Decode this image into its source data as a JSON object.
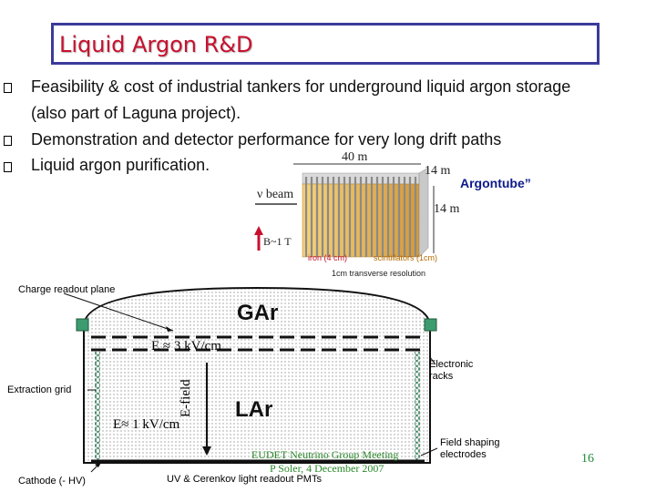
{
  "title": "Liquid Argon R&D",
  "bullets": [
    {
      "line1": "Feasibility & cost of industrial tankers for underground liquid argon storage",
      "line2": "(also part of Laguna project)."
    },
    {
      "line1": "Demonstration and detector performance for very long drift paths"
    },
    {
      "line1": "Liquid argon purification."
    }
  ],
  "argontube": {
    "caption": "Argontube”",
    "length_label": "40 m",
    "width_label": "14 m",
    "height_label": "14 m",
    "beam_label": "ν beam",
    "field_label": "B~1 T",
    "iron_label": "iron (4 cm)",
    "scint_label": "scintillators (1cm)",
    "resolution_label": "1cm transverse resolution"
  },
  "diagram": {
    "charge_readout": "Charge readout plane",
    "gas": "GAr",
    "liquid": "LAr",
    "field_upper": "E ≈ 3 kV/cm",
    "field_lower": "E≈ 1 kV/cm",
    "efield": "E-field",
    "extraction_grid": "Extraction grid",
    "electronic_racks_1": "Electronic",
    "electronic_racks_2": "racks",
    "field_shaping_1": "Field shaping",
    "field_shaping_2": "electrodes",
    "cathode": "Cathode (- HV)",
    "pmts": "UV & Cerenkov light readout  PMTs",
    "meeting_line1": "EUDET Neutrino Group Meeting",
    "meeting_line2": "P Soler, 4 December 2007",
    "page_number": "16"
  },
  "colors": {
    "title": "#c8102e",
    "title_border": "#3b3b9a",
    "caption": "#0d1a8a",
    "meeting_text": "#2a8a2a",
    "page_number": "#1f8a3a",
    "tank_dots": "#b8b8b8",
    "rack_green": "#3c9c70"
  }
}
